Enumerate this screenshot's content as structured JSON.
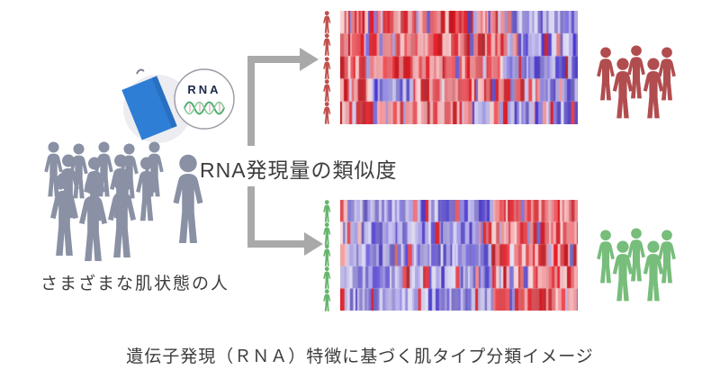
{
  "similarity_label": "RNA発現量の類似度",
  "crowd_label": "さまざまな肌状態の人",
  "caption": "遺伝子発現（ＲＮＡ）特徴に基づく肌タイプ分類イメージ",
  "rna_badge": {
    "label": "RNA"
  },
  "colors": {
    "crowd_gray": "#8a91a5",
    "group_red": "#b14d4f",
    "group_green": "#77bd7b",
    "row_icon_red": "#c0504d",
    "row_icon_green": "#66b56d",
    "arrow_gray": "#a9a9a9",
    "text_dark": "#3d3d3d",
    "rna_patch_blue": "#2e7ed6",
    "rna_wave_green": "#4caf6e",
    "rna_wave_pink": "#e8a0b4",
    "illustration_circle_gray": "#ededf1"
  },
  "heatmaps": [
    {
      "id": "top",
      "rows": 5,
      "split": 0.69,
      "left": "red",
      "right": "blue",
      "flip": 0.1,
      "seed": 20241,
      "patches": [
        {
          "row": 3,
          "from": 0.13,
          "to": 0.3,
          "color": "blue"
        },
        {
          "row": 3,
          "from": 0.73,
          "to": 0.85,
          "color": "red"
        },
        {
          "row": 4,
          "from": 0.55,
          "to": 0.62,
          "color": "blue"
        }
      ]
    },
    {
      "id": "bottom",
      "rows": 5,
      "split": 0.64,
      "left": "blue",
      "right": "red",
      "flip": 0.09,
      "seed": 9137,
      "patches": [
        {
          "row": 0,
          "from": 0.0,
          "to": 0.03,
          "color": "red"
        },
        {
          "row": 4,
          "from": 0.0,
          "to": 0.03,
          "color": "red"
        },
        {
          "row": 1,
          "from": 0.6,
          "to": 0.64,
          "color": "red"
        }
      ]
    }
  ],
  "groups": {
    "source_people_count": 13,
    "red_group_count": 5,
    "green_group_count": 5,
    "rows_per_heatmap": 5
  }
}
